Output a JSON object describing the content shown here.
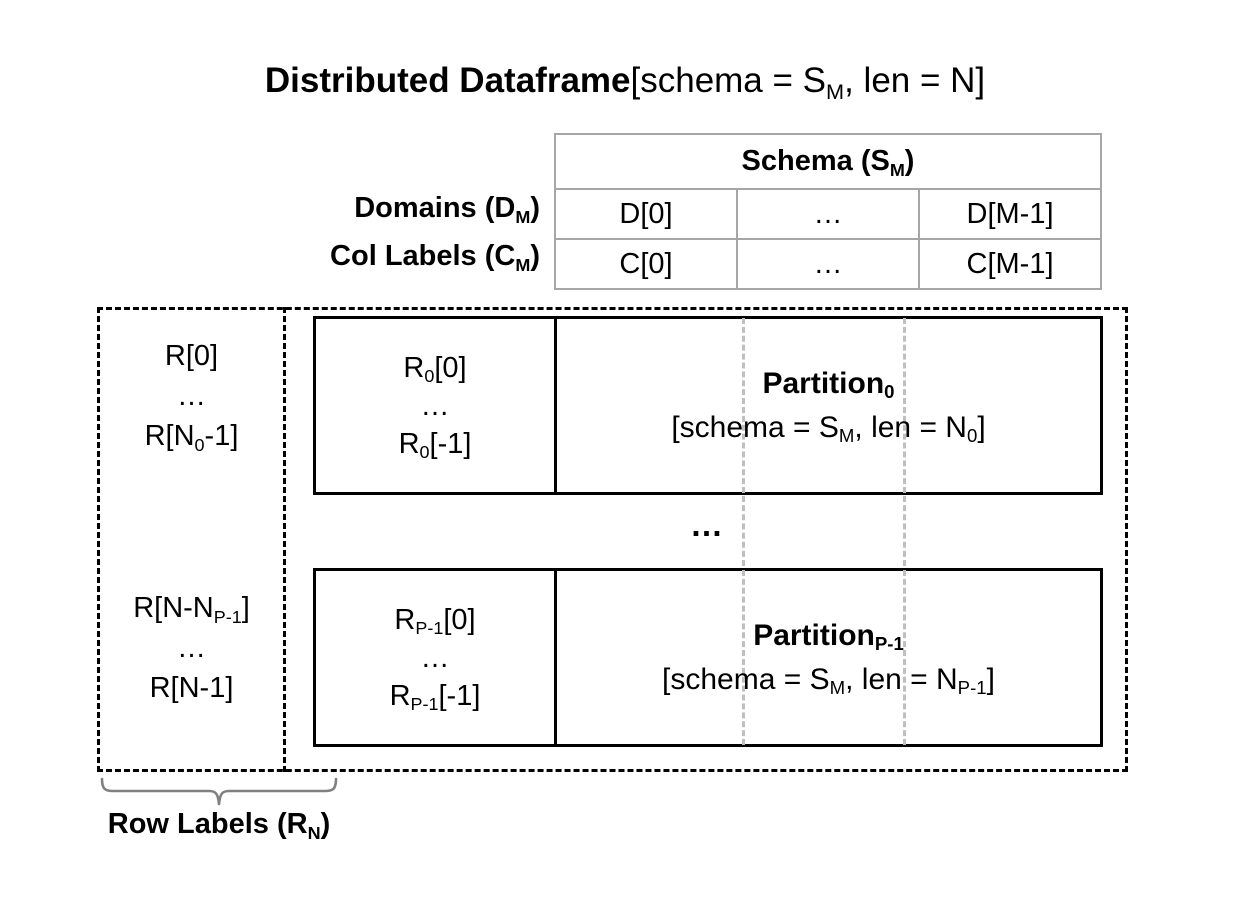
{
  "title": {
    "bold_part": "Distributed Dataframe",
    "rest_prefix": "[schema = S",
    "rest_sub": "M",
    "rest_suffix": ", len = N]"
  },
  "schema_table": {
    "header": "Schema (S",
    "header_sub": "M",
    "header_suffix": ")",
    "rows": [
      {
        "label": "Domains (D",
        "label_sub": "M",
        "label_suffix": ")",
        "cells": [
          "D[0]",
          "…",
          "D[M-1]"
        ]
      },
      {
        "label": "Col Labels (C",
        "label_sub": "M",
        "label_suffix": ")",
        "cells": [
          "C[0]",
          "…",
          "C[M-1]"
        ]
      }
    ]
  },
  "row_labels": {
    "top": {
      "first": "R[0]",
      "ellipsis": "…",
      "last_prefix": "R[N",
      "last_sub": "0",
      "last_suffix": "-1]"
    },
    "bottom": {
      "first_prefix": "R[N-N",
      "first_sub": "P-1",
      "first_suffix": "]",
      "ellipsis": "…",
      "last": "R[N-1]"
    }
  },
  "partitions": [
    {
      "row_ids": {
        "first_prefix": "R",
        "first_sub": "0",
        "first_suffix": "[0]",
        "ellipsis": "…",
        "last_prefix": "R",
        "last_sub": "0",
        "last_suffix": "[-1]"
      },
      "title_prefix": "Partition",
      "title_sub": "0",
      "meta_prefix": "[schema = S",
      "meta_sub_1": "M",
      "meta_mid": ", len = N",
      "meta_sub_2": "0",
      "meta_suffix": "]"
    },
    {
      "row_ids": {
        "first_prefix": "R",
        "first_sub": "P-1",
        "first_suffix": "[0]",
        "ellipsis": "…",
        "last_prefix": "R",
        "last_sub": "P-1",
        "last_suffix": "[-1]"
      },
      "title_prefix": "Partition",
      "title_sub": "P-1",
      "meta_prefix": "[schema = S",
      "meta_sub_1": "M",
      "meta_mid": ", len = N",
      "meta_sub_2": "P-1",
      "meta_suffix": "]"
    }
  ],
  "partitions_ellipsis": "…",
  "brace_label": {
    "text": "Row Labels (R",
    "sub": "N",
    "suffix": ")"
  },
  "colors": {
    "ink": "#000000",
    "table_border": "#a6a6a6",
    "guide_line": "#bfbfbf",
    "brace": "#808080",
    "background": "#ffffff"
  }
}
